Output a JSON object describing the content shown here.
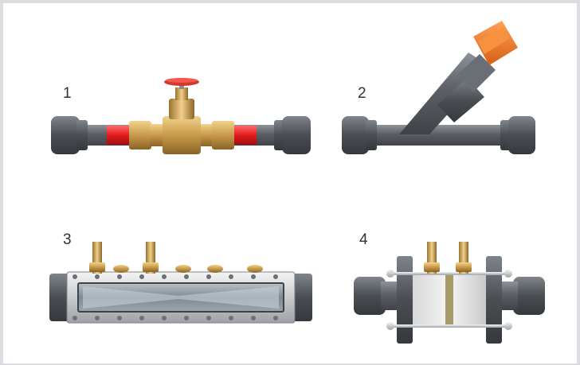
{
  "figures": [
    {
      "label": "1",
      "icon": "gate-valve-icon"
    },
    {
      "label": "2",
      "icon": "angle-seat-valve-icon"
    },
    {
      "label": "3",
      "icon": "sight-glass-flow-cell-icon"
    },
    {
      "label": "4",
      "icon": "flanged-flow-cell-icon"
    }
  ],
  "colors": {
    "pvc_gray": "#5c6066",
    "brass": "#c89a4a",
    "red_band": "#e21b1b",
    "orange_handle": "#f07a22",
    "red_handle": "#d7362c",
    "frame_border": "#dcdde0"
  }
}
